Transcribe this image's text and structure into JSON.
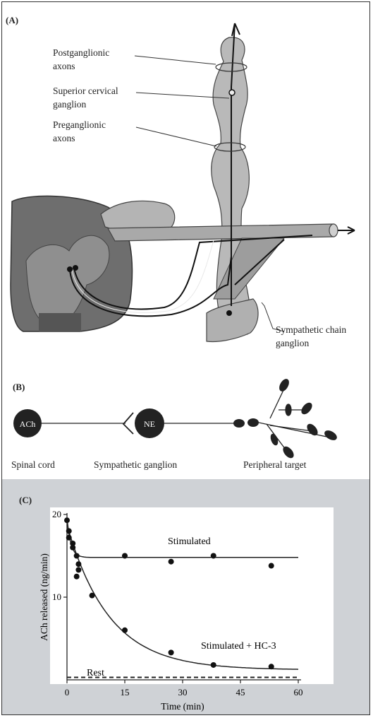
{
  "panel_a": {
    "letter": "(A)",
    "labels": {
      "postganglionic": [
        "Postganglionic",
        "axons"
      ],
      "superior": [
        "Superior cervical",
        "ganglion"
      ],
      "preganglionic": [
        "Preganglionic",
        "axons"
      ],
      "chain": [
        "Sympathetic chain",
        "ganglion"
      ]
    }
  },
  "panel_b": {
    "letter": "(B)",
    "ach": "ACh",
    "ne": "NE",
    "labels": [
      "Spinal cord",
      "Sympathetic ganglion",
      "Peripheral target"
    ]
  },
  "chart_data": {
    "letter": "(C)",
    "type": "scatter",
    "xlabel": "Time (min)",
    "ylabel": "ACh released (ng/min)",
    "xlim": [
      0,
      60
    ],
    "ylim": [
      0,
      20
    ],
    "xticks": [
      "0",
      "15",
      "30",
      "45",
      "60"
    ],
    "yticks": [
      "10",
      "20"
    ],
    "series": [
      {
        "name": "Stimulated",
        "x": [
          0.5,
          1.5,
          2.5,
          3.0,
          15,
          27,
          38,
          53
        ],
        "y": [
          18.0,
          16.5,
          15.0,
          14.0,
          15.0,
          14.3,
          15.0,
          13.8
        ]
      },
      {
        "name": "Stimulated + HC-3",
        "x": [
          0.5,
          1.5,
          2.5,
          3.0,
          6.5,
          15,
          27,
          38,
          53
        ],
        "y": [
          17.2,
          16.0,
          12.5,
          13.3,
          10.2,
          6.0,
          3.3,
          1.8,
          1.6
        ]
      },
      {
        "name": "Rest",
        "x": [
          0,
          60
        ],
        "y": [
          0.3,
          0.3
        ]
      }
    ]
  }
}
